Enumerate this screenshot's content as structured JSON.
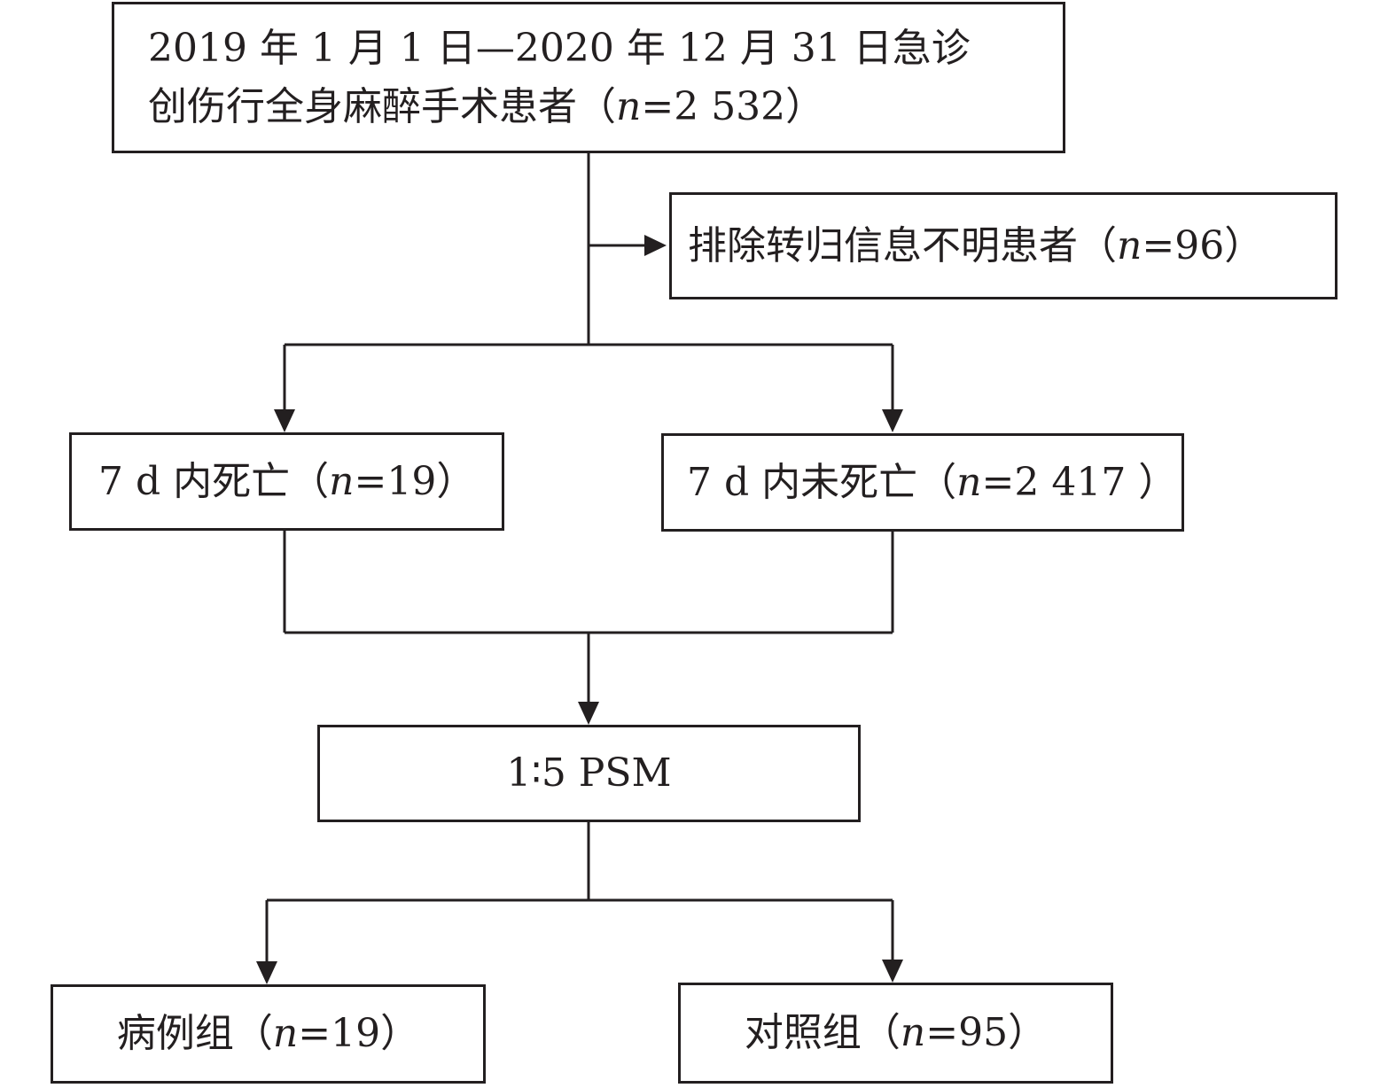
{
  "diagram": {
    "type": "flowchart",
    "nodes": {
      "start": {
        "line1": "2019 年 1 月 1 日—2020 年 12 月 31 日急诊",
        "line2_prefix": "创伤行全身麻醉手术患者（",
        "n_var": "n",
        "line2_suffix": "=2 532）"
      },
      "exclude": {
        "prefix": "排除转归信息不明患者（",
        "n_var": "n",
        "suffix": "=96）"
      },
      "died": {
        "prefix": "7 d 内死亡（",
        "n_var": "n",
        "suffix": "=19）"
      },
      "survived": {
        "prefix": "7 d 内未死亡（",
        "n_var": "n",
        "suffix": "=2 417 ）"
      },
      "psm": {
        "label": "1∶5 PSM"
      },
      "case": {
        "prefix": "病例组（",
        "n_var": "n",
        "suffix": "=19）"
      },
      "control": {
        "prefix": "对照组（",
        "n_var": "n",
        "suffix": "=95）"
      }
    },
    "colors": {
      "line": "#231f20",
      "background": "#ffffff"
    }
  }
}
